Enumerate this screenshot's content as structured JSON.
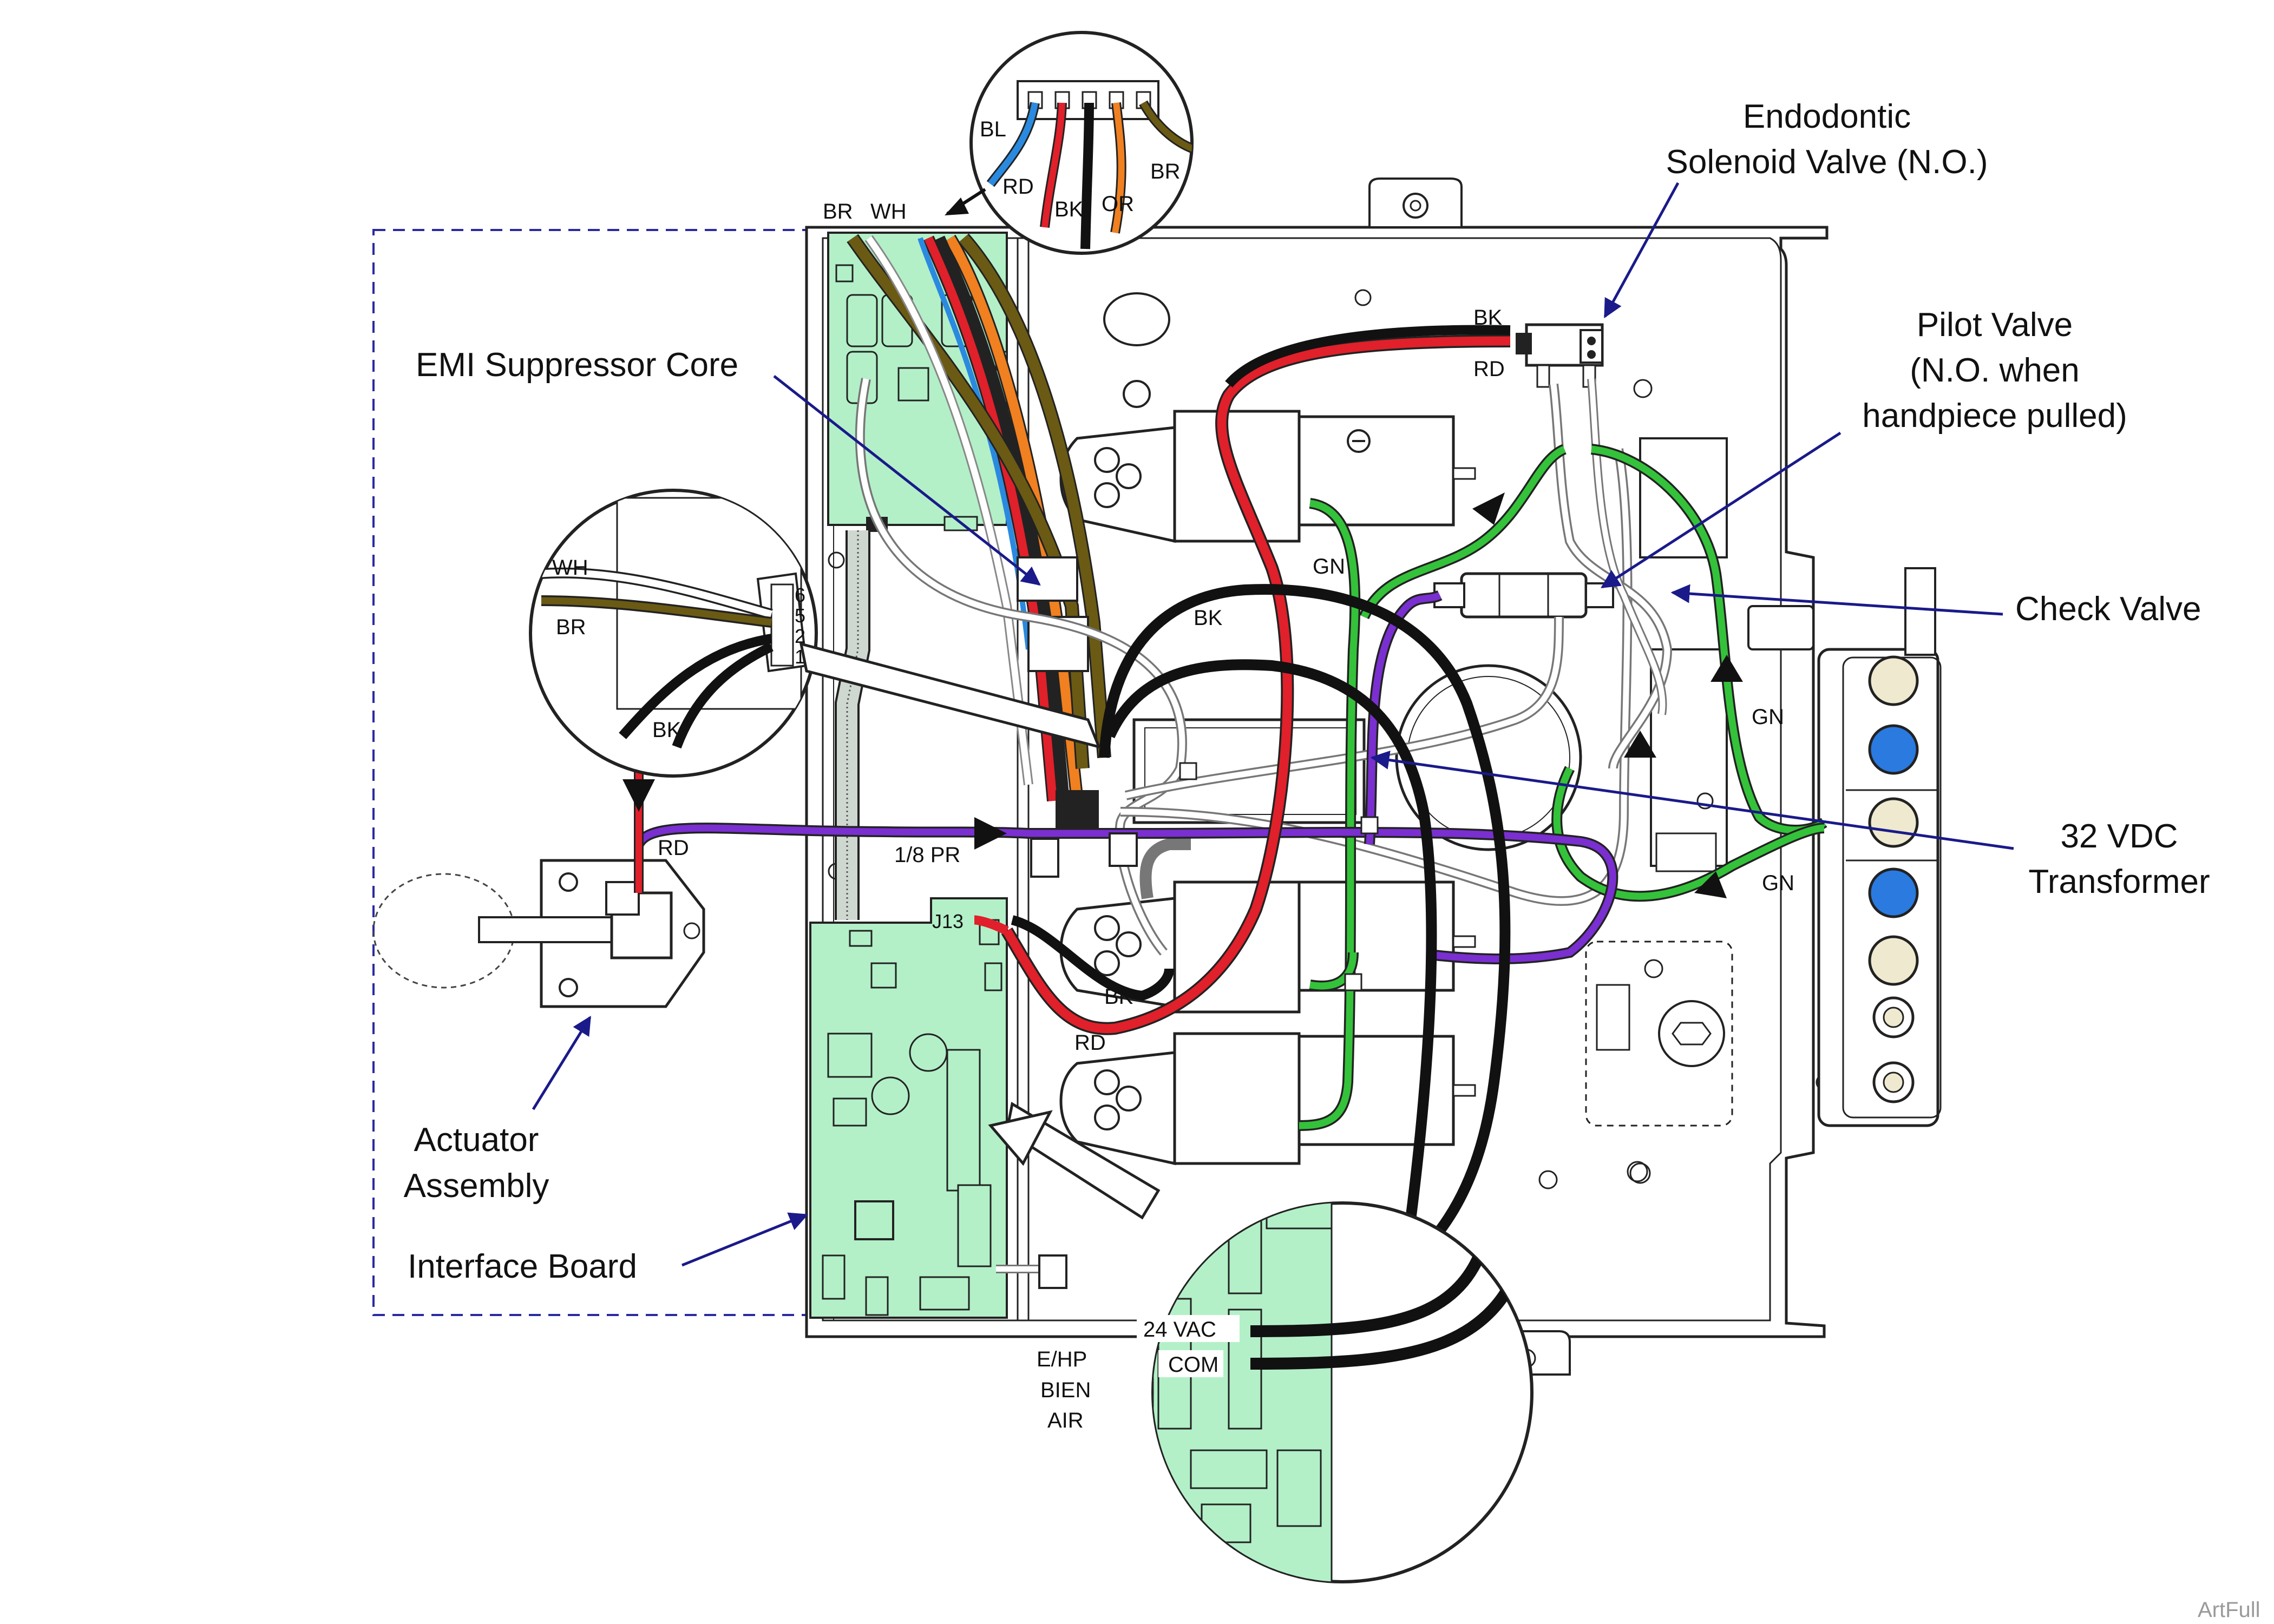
{
  "callouts": {
    "endodontic_line1": "Endodontic",
    "endodontic_line2": "Solenoid Valve (N.O.)",
    "pilot_line1": "Pilot Valve",
    "pilot_line2": "(N.O. when",
    "pilot_line3": "handpiece pulled)",
    "check_valve": "Check Valve",
    "transformer_line1": "32 VDC",
    "transformer_line2": "Transformer",
    "emi_core": "EMI Suppressor Core",
    "actuator_line1": "Actuator",
    "actuator_line2": "Assembly",
    "interface_board": "Interface Board"
  },
  "wire_labels": {
    "bl": "BL",
    "rd": "RD",
    "bk": "BK",
    "or": "OR",
    "br": "BR",
    "wh": "WH",
    "gn": "GN",
    "pr": "1/8 PR"
  },
  "pin_labels": [
    "6",
    "5",
    "2",
    "1"
  ],
  "connector_labels": {
    "j13": "J13",
    "vac24": "24 VAC",
    "com": "COM",
    "ehp": "E/HP",
    "bien": "BIEN",
    "air": "AIR"
  },
  "watermark": "ArtFull",
  "colors": {
    "board_green": "#b3f0c8",
    "wire_red": "#e0202a",
    "wire_black": "#111111",
    "wire_green": "#34c23a",
    "wire_purple": "#7a2fd0",
    "wire_brown": "#6b5a14",
    "wire_orange": "#f08020",
    "wire_blue": "#2a8ae0",
    "callout_arrow": "#1a1a8a",
    "dashed_box": "#2a2aa0",
    "knob_blue": "#2a7ae0",
    "knob_cream": "#efe9cf"
  }
}
